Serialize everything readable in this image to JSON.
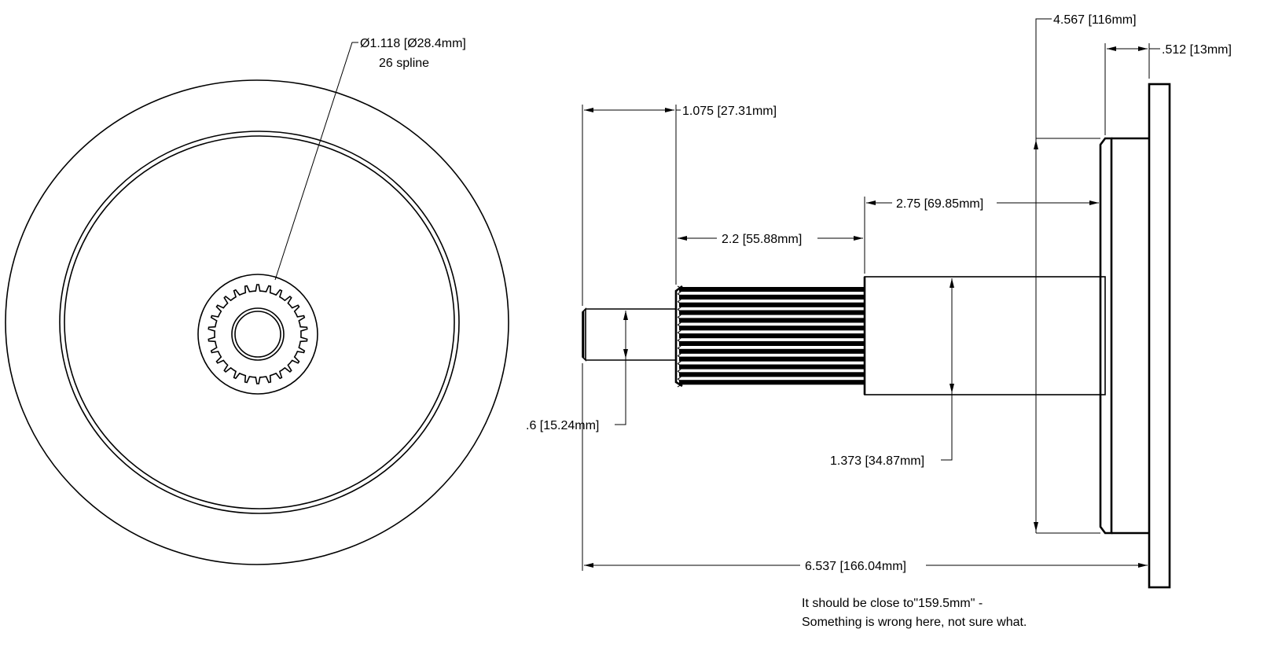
{
  "drawing": {
    "type": "engineering-drawing",
    "subject": "splined shaft with flange",
    "line_color": "#000000",
    "background": "#ffffff",
    "front_view": {
      "callout_line1": "Ø1.118 [Ø28.4mm]",
      "callout_line2": "26 spline",
      "spline_count": 26
    },
    "side_view": {
      "dimensions": {
        "flange_diameter": "4.567 [116mm]",
        "flange_thickness": ".512 [13mm]",
        "pilot_length": "1.075 [27.31mm]",
        "body_length": "2.75 [69.85mm]",
        "spline_length": "2.2 [55.88mm]",
        "pilot_diameter": ".6 [15.24mm]",
        "body_diameter": "1.373 [34.87mm]",
        "overall_length": "6.537 [166.04mm]"
      }
    },
    "note": {
      "line1": "It should be close to\"159.5mm\" -",
      "line2": "Something is wrong here, not sure what."
    }
  }
}
